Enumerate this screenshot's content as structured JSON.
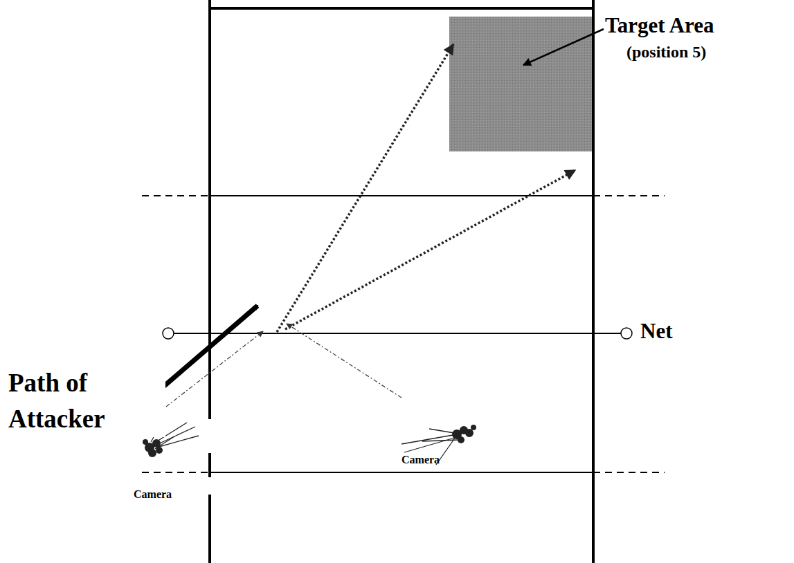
{
  "diagram": {
    "labels": [
      "Target Area",
      "(position 5)",
      "Net",
      "Path of Attacker",
      "Camera",
      "Camera"
    ]
  }
}
